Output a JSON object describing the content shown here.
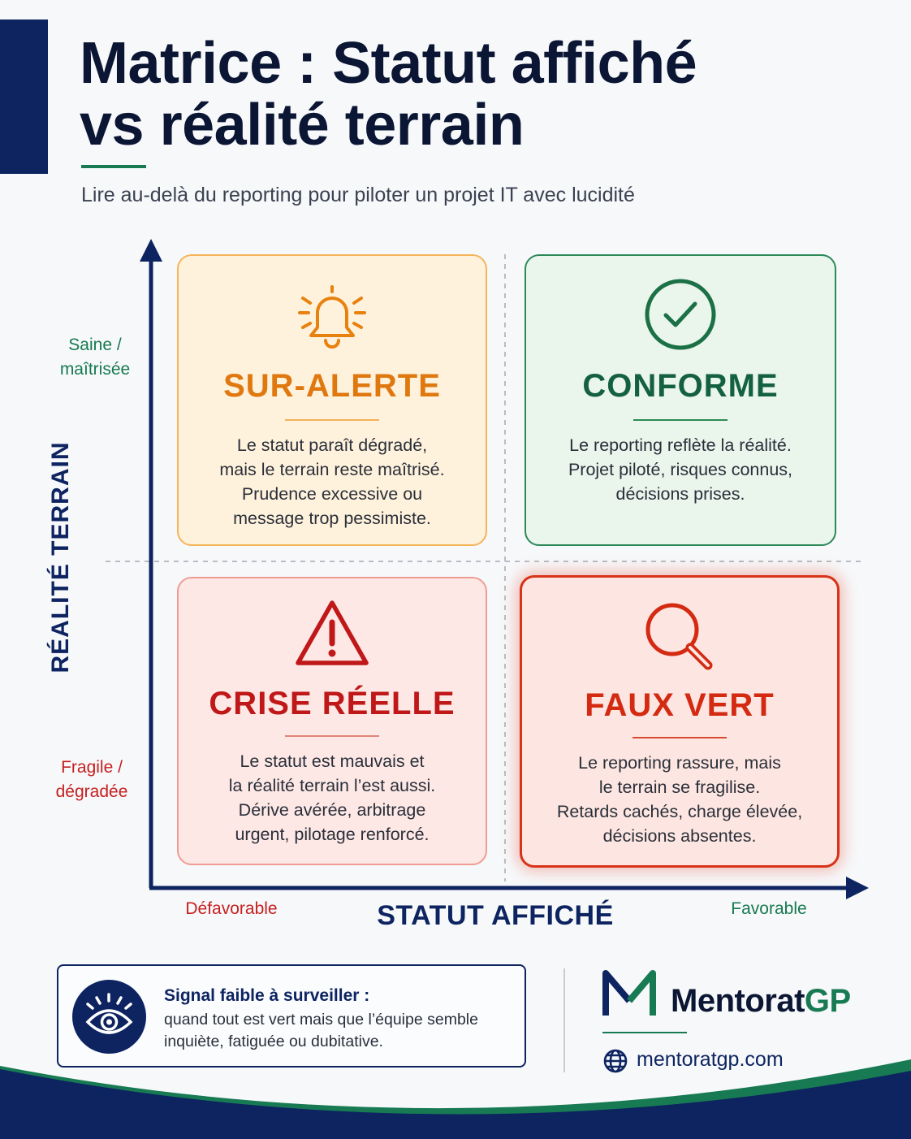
{
  "header": {
    "title_line1": "Matrice : Statut affiché",
    "title_line2": "vs réalité terrain",
    "subtitle": "Lire au-delà du reporting pour piloter un projet IT avec lucidité"
  },
  "axes": {
    "y_title": "RÉALITÉ TERRAIN",
    "y_high_line1": "Saine /",
    "y_high_line2": "maîtrisée",
    "y_low_line1": "Fragile /",
    "y_low_line2": "dégradée",
    "x_title": "STATUT AFFICHÉ",
    "x_low": "Défavorable",
    "x_high": "Favorable"
  },
  "quadrants": {
    "sur_alerte": {
      "title": "SUR-ALERTE",
      "icon": "bell-icon",
      "lines": [
        "Le statut paraît dégradé,",
        "mais le terrain reste maîtrisé.",
        "Prudence excessive ou",
        "message trop pessimiste."
      ],
      "color": "#e07810"
    },
    "conforme": {
      "title": "CONFORME",
      "icon": "check-circle-icon",
      "lines": [
        "Le reporting reflète la réalité.",
        "Projet piloté, risques connus,",
        "décisions prises."
      ],
      "color": "#14613f"
    },
    "crise": {
      "title": "CRISE RÉELLE",
      "icon": "warning-icon",
      "lines": [
        "Le statut est mauvais et",
        "la réalité terrain l’est aussi.",
        "Dérive avérée, arbitrage",
        "urgent, pilotage renforcé."
      ],
      "color": "#c01818"
    },
    "faux_vert": {
      "title": "FAUX VERT",
      "icon": "magnifier-icon",
      "lines": [
        "Le reporting rassure, mais",
        "le terrain se fragilise.",
        "Retards cachés, charge élevée,",
        "décisions absentes."
      ],
      "color": "#d42a12"
    }
  },
  "note": {
    "icon": "eye-icon",
    "title": "Signal faible à surveiller :",
    "text": "quand tout est vert mais que l’équipe semble inquiète, fatiguée ou dubitative."
  },
  "brand": {
    "name_part1": "Mentorat",
    "name_part2": "GP",
    "url": "mentoratgp.com",
    "icon": "globe-icon",
    "logo": "m-logo-icon"
  }
}
